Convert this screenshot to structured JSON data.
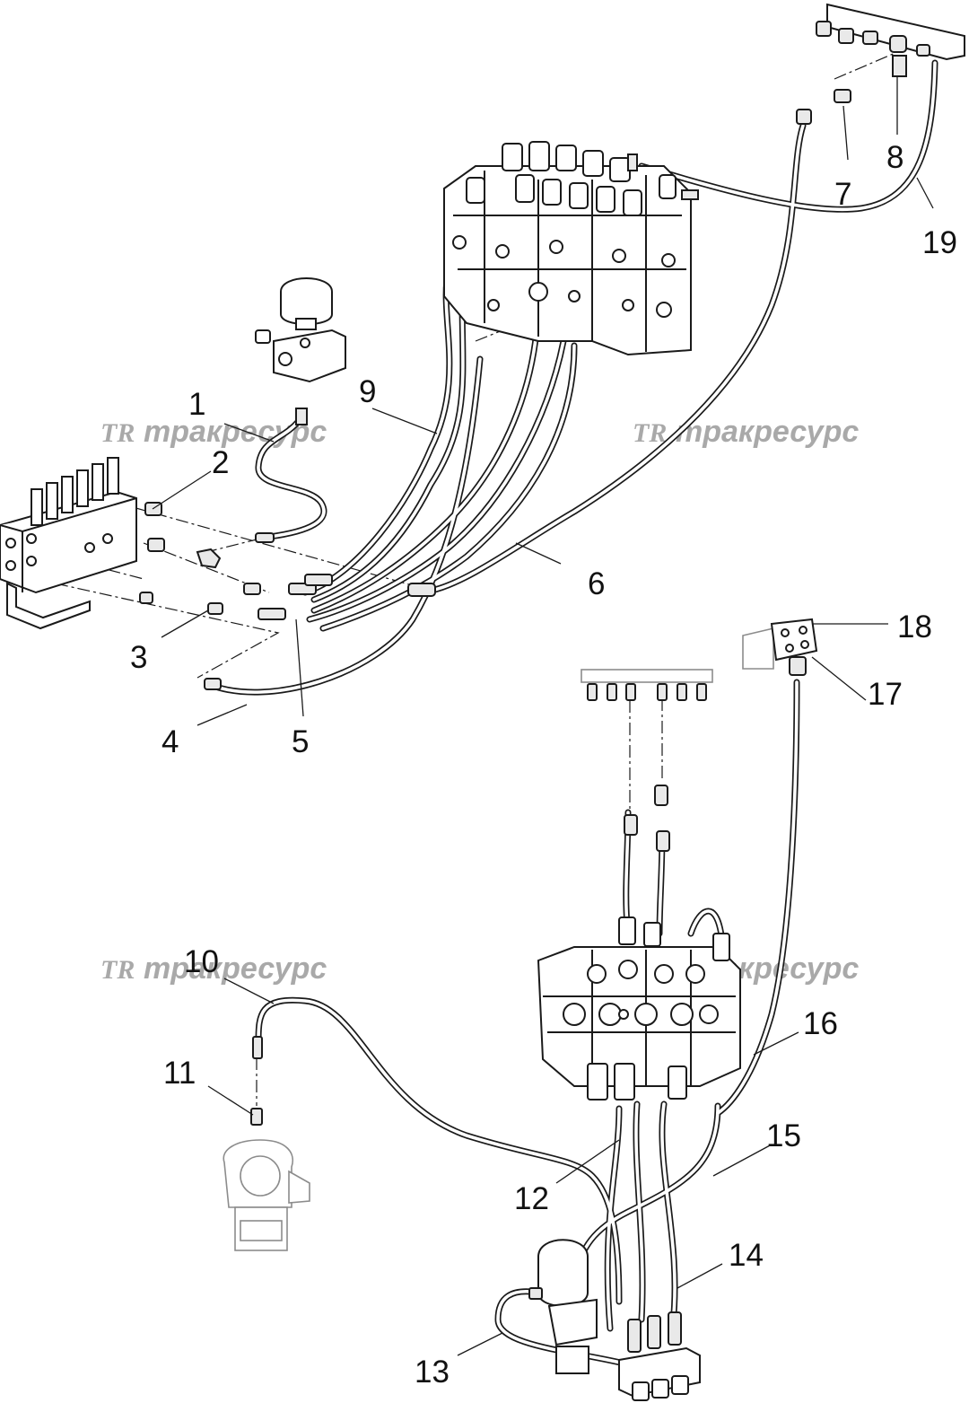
{
  "watermark": {
    "logo": "TR",
    "text": "тракресурс"
  },
  "callouts": [
    "1",
    "2",
    "3",
    "4",
    "5",
    "6",
    "7",
    "8",
    "9",
    "10",
    "11",
    "12",
    "13",
    "14",
    "15",
    "16",
    "17",
    "18",
    "19"
  ]
}
